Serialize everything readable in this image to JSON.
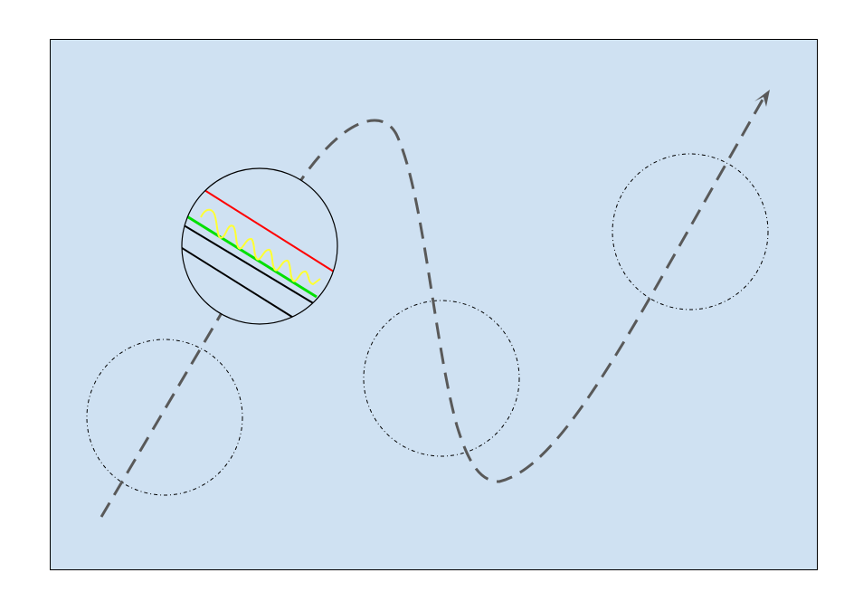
{
  "diagram": {
    "colors": {
      "page_background": "#ffffff",
      "panel_fill": "#cfe1f2",
      "panel_border": "#000000",
      "path_stroke": "#595959",
      "dotted_circle_stroke": "#000000",
      "inset_circle_stroke": "#000000",
      "inset_line_red": "#ff0000",
      "inset_line_green": "#00e000",
      "inset_wave_yellow": "#ffff33",
      "inset_line_black": "#000000"
    },
    "elements": {
      "panel": "background-panel",
      "path": "dashed-trajectory-with-arrowhead",
      "waypoint_circles": 3,
      "inset": "magnified-layer-view"
    }
  }
}
